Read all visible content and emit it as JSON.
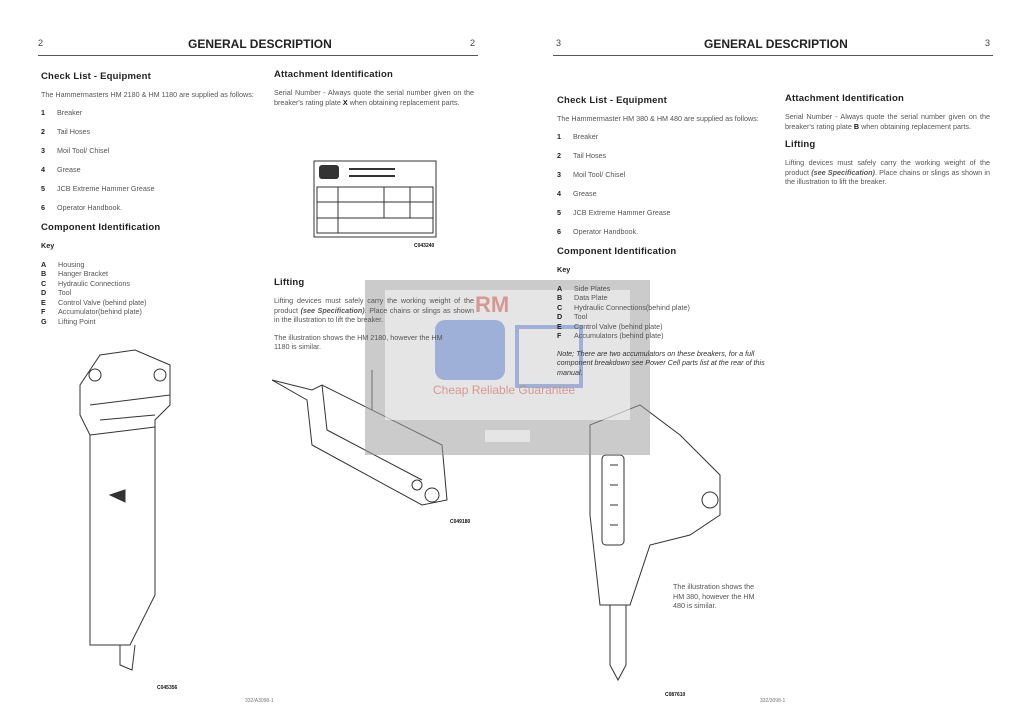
{
  "left_page": {
    "page_left": "2",
    "title": "GENERAL DESCRIPTION",
    "page_right": "2",
    "checklist_heading": "Check List - Equipment",
    "checklist_intro": "The Hammermasters HM 2180 & HM 1180 are supplied as follows:",
    "items": [
      {
        "n": "1",
        "t": "Breaker"
      },
      {
        "n": "2",
        "t": "Tail Hoses"
      },
      {
        "n": "3",
        "t": "Moil Tool/ Chisel"
      },
      {
        "n": "4",
        "t": "Grease"
      },
      {
        "n": "5",
        "t": "JCB Extreme Hammer Grease"
      },
      {
        "n": "6",
        "t": "Operator Handbook."
      }
    ],
    "component_heading": "Component Identification",
    "key_label": "Key",
    "keys": [
      {
        "k": "A",
        "t": "Housing"
      },
      {
        "k": "B",
        "t": "Hanger Bracket"
      },
      {
        "k": "C",
        "t": "Hydraulic Connections"
      },
      {
        "k": "D",
        "t": "Tool"
      },
      {
        "k": "E",
        "t": "Control Valve (behind plate)"
      },
      {
        "k": "F",
        "t": "Accumulator(behind plate)"
      },
      {
        "k": "G",
        "t": "Lifting Point"
      }
    ],
    "attach_heading": "Attachment Identification",
    "attach_text_a": "Serial Number - Always quote the serial number given on the breaker's rating plate ",
    "attach_mark": "X",
    "attach_text_b": " when obtaining replacement parts.",
    "plate_label": "C043240",
    "lifting_heading": "Lifting",
    "lifting_a": "Lifting devices must safely carry the working weight of the product ",
    "lifting_ref": "(see Specification)",
    "lifting_b": ". Place chains or slings as shown in the illustration to lift the breaker.",
    "illustration_text": "The illustration shows the HM 2180, however the HM 1180 is similar.",
    "fig1_label": "C045356",
    "fig2_label": "C049180",
    "footer": "332/A3098-1"
  },
  "right_page": {
    "page_left": "3",
    "title": "GENERAL DESCRIPTION",
    "page_right": "3",
    "checklist_heading": "Check List - Equipment",
    "checklist_intro": "The Hammermaster HM 380 & HM 480 are supplied as follows:",
    "items": [
      {
        "n": "1",
        "t": "Breaker"
      },
      {
        "n": "2",
        "t": "Tail Hoses"
      },
      {
        "n": "3",
        "t": "Moil Tool/ Chisel"
      },
      {
        "n": "4",
        "t": "Grease"
      },
      {
        "n": "5",
        "t": "JCB Extreme Hammer Grease"
      },
      {
        "n": "6",
        "t": "Operator Handbook."
      }
    ],
    "component_heading": "Component Identification",
    "key_label": "Key",
    "keys": [
      {
        "k": "A",
        "t": "Side Plates"
      },
      {
        "k": "B",
        "t": "Data Plate"
      },
      {
        "k": "C",
        "t": "Hydraulic Connections(behind plate)"
      },
      {
        "k": "D",
        "t": "Tool"
      },
      {
        "k": "E",
        "t": "Control Valve (behind plate)"
      },
      {
        "k": "F",
        "t": "Accumulators (behind plate)"
      }
    ],
    "note": "Note; There are two accumulators on these breakers, for a full component breakdown see Power Cell parts list at the rear of this manual.",
    "attach_heading": "Attachment Identification",
    "attach_text_a": "Serial Number - Always quote the serial number given on the breaker's rating plate ",
    "attach_mark": "B",
    "attach_text_b": " when obtaining replacement parts.",
    "lifting_heading": "Lifting",
    "lifting_a": "Lifting devices must safely carry the working weight of the product ",
    "lifting_ref": "(see Specification)",
    "lifting_b": ". Place chains or slings as shown in the illustration to lift the breaker.",
    "illustration_text": "The illustration shows the HM 380, however the HM 480 is similar.",
    "fig_label": "C087610",
    "footer": "332/3098-1"
  },
  "watermark": {
    "logo": "RM",
    "text": "Cheap Reliable Guarantee"
  }
}
